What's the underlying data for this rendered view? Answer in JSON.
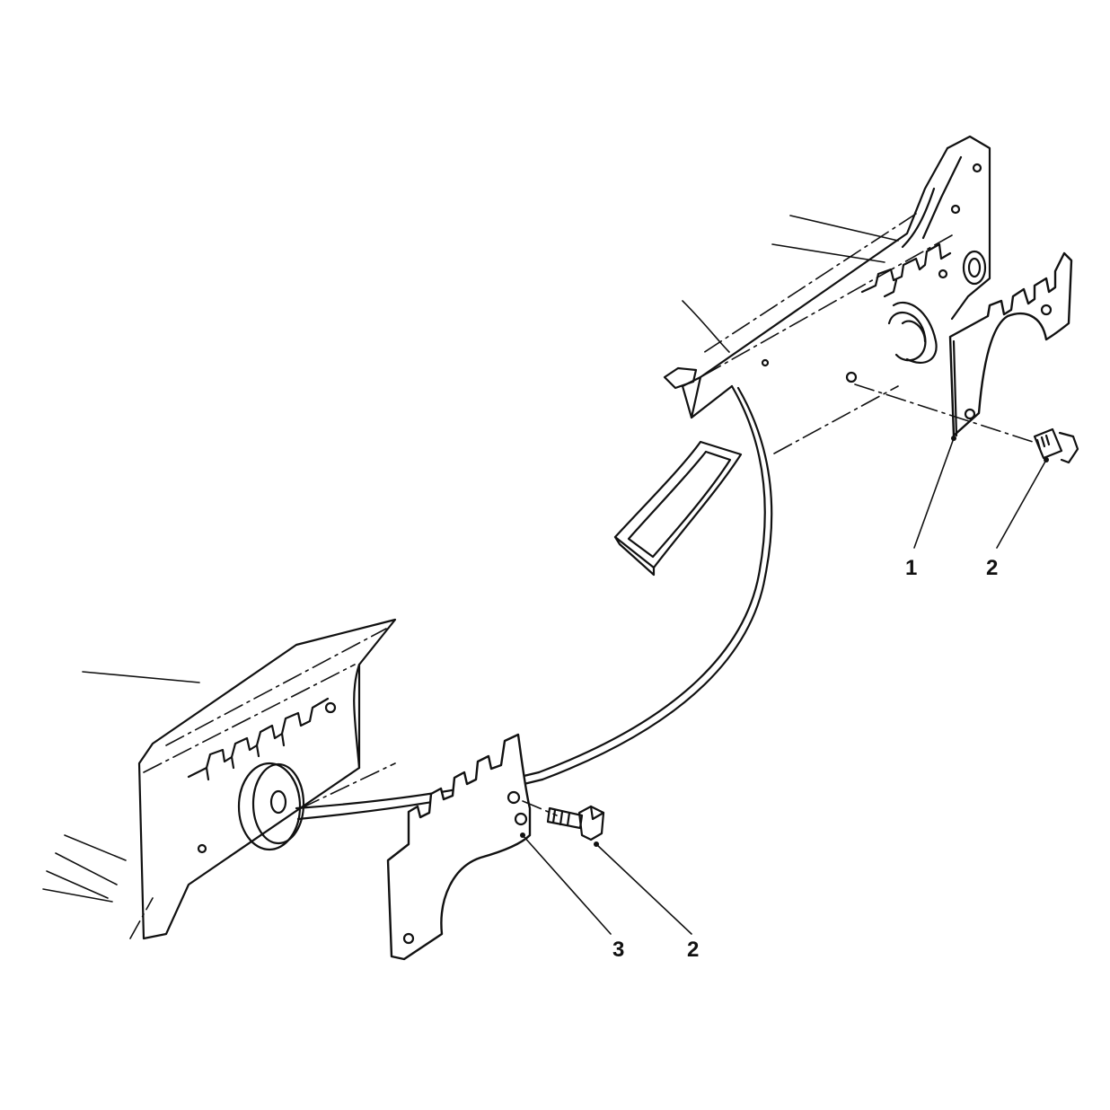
{
  "diagram": {
    "callouts": {
      "upper_plate": "1",
      "upper_bolt": "2",
      "lower_plate": "3",
      "lower_bolt": "2"
    }
  },
  "colors": {
    "line": "#111111",
    "background": "#ffffff"
  }
}
